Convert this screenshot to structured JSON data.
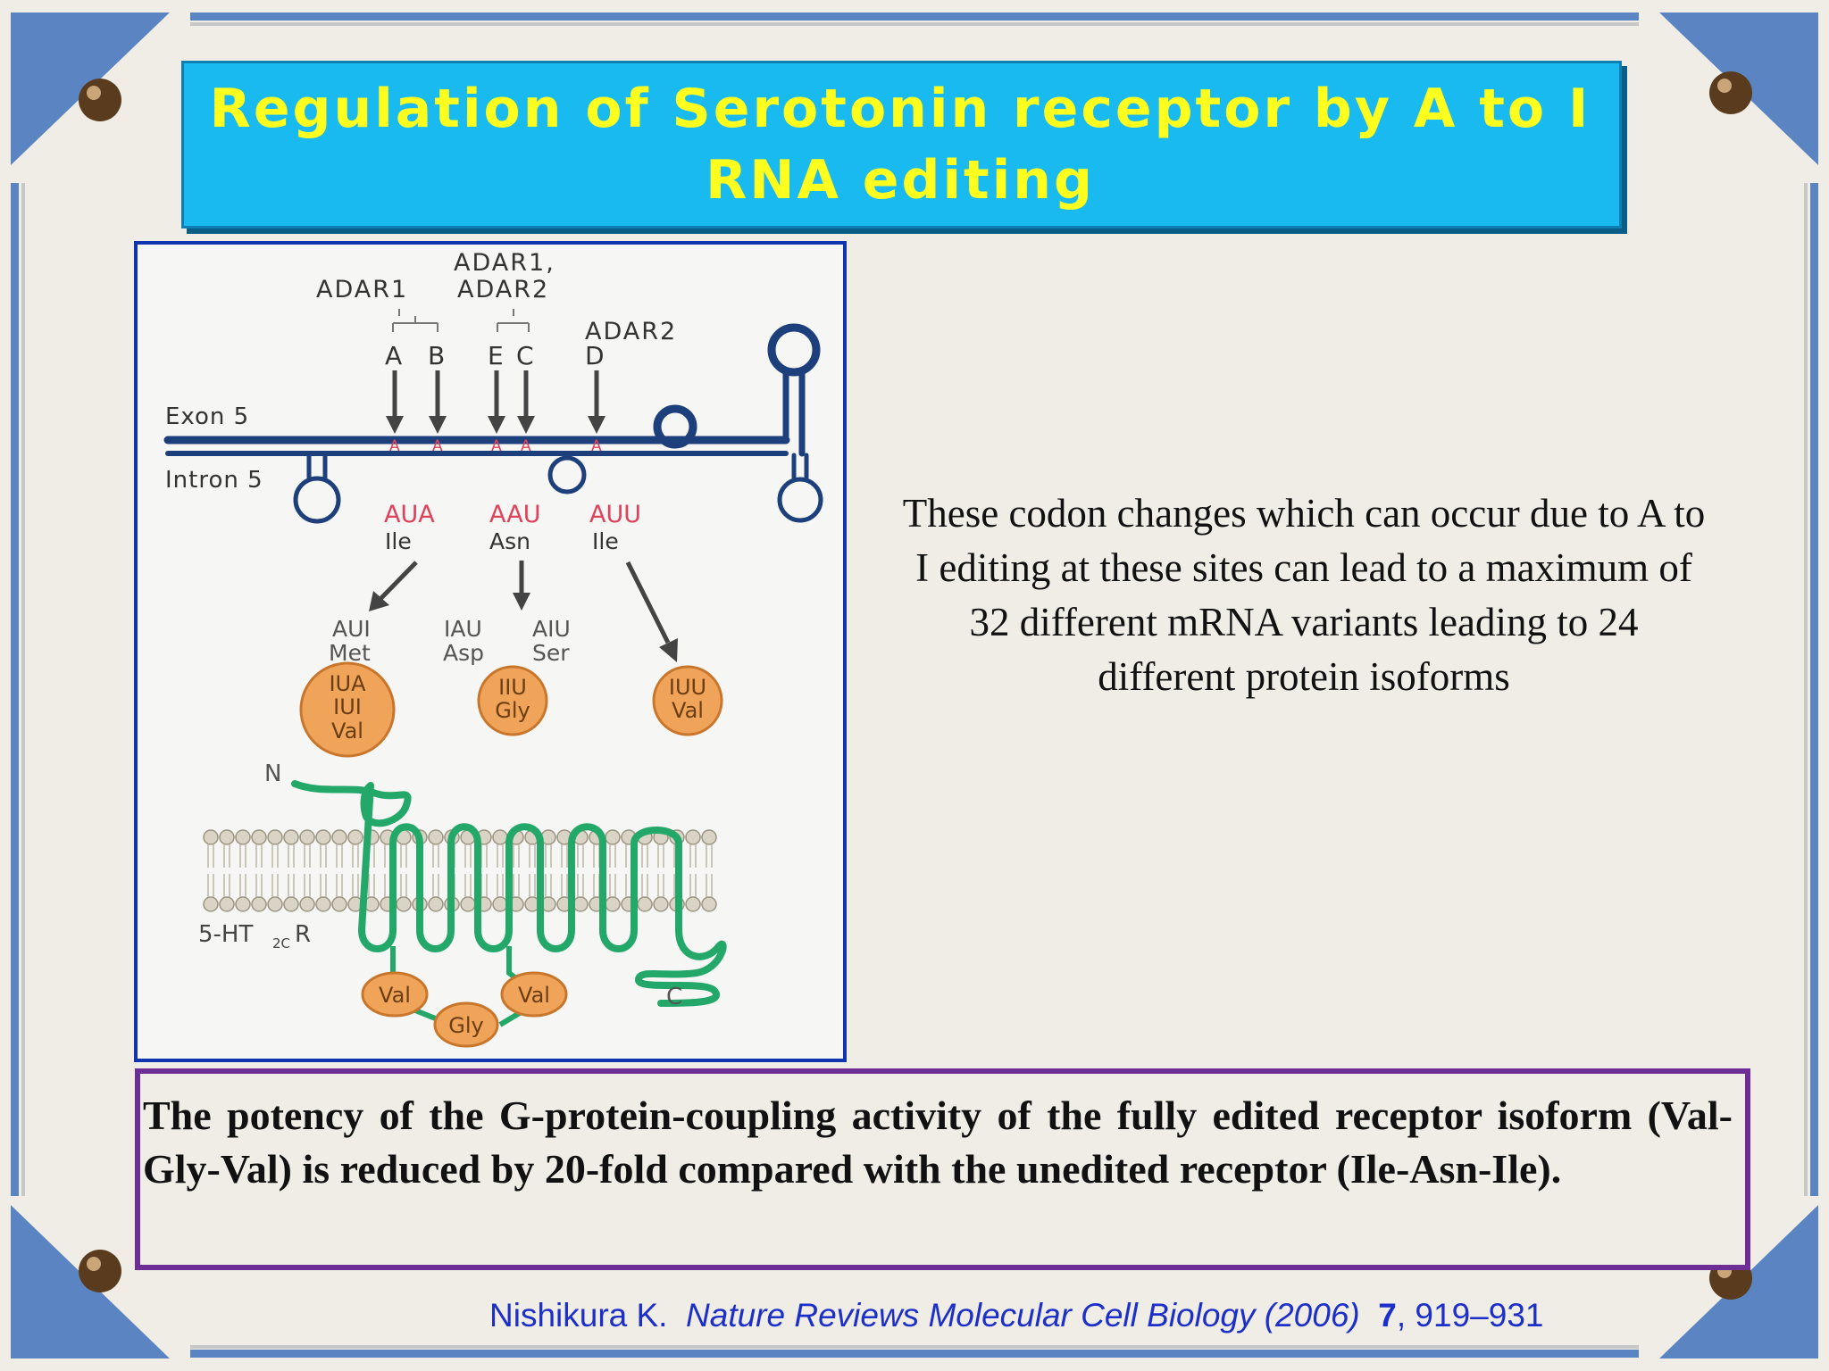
{
  "slide": {
    "title": "Regulation of Serotonin receptor by A to I\nRNA editing",
    "side_text": "These codon changes which can occur due to A to I editing at these sites can lead to a maximum of 32 different mRNA variants leading to 24 different protein isoforms",
    "note_text": "The potency of the G-protein-coupling activity of the fully edited receptor isoform (Val-Gly-Val) is reduced by 20-fold compared with the unedited receptor (Ile-Asn-Ile).",
    "citation": {
      "author": "Nishikura K.",
      "journal": "Nature Reviews Molecular Cell Biology (2006)",
      "volume": "7",
      "pages": ", 919–931"
    }
  },
  "diagram": {
    "enzymes": {
      "adar1": "ADAR1",
      "adar1_adar2_line1": "ADAR1,",
      "adar1_adar2_line2": "ADAR2",
      "adar2": "ADAR2"
    },
    "sites": [
      "A",
      "B",
      "E",
      "C",
      "D"
    ],
    "exon_label": "Exon 5",
    "intron_label": "Intron 5",
    "edited_base": "A",
    "codons": [
      {
        "codon": "AUA",
        "aa": "Ile"
      },
      {
        "codon": "AAU",
        "aa": "Asn"
      },
      {
        "codon": "AUU",
        "aa": "Ile"
      }
    ],
    "variants": {
      "aui": "AUI",
      "met": "Met",
      "iau": "IAU",
      "asp": "Asp",
      "aiu": "AIU",
      "ser": "Ser"
    },
    "circles": {
      "left": [
        "IUA",
        "IUI",
        "Val"
      ],
      "middle": [
        "IIU",
        "Gly"
      ],
      "right": [
        "IUU",
        "Val"
      ]
    },
    "protein": {
      "n_term": "N",
      "c_term": "C",
      "receptor_prefix": "5-HT",
      "receptor_sub": "2C",
      "receptor_suffix": "R",
      "loop_aa": [
        "Val",
        "Gly",
        "Val"
      ]
    },
    "colors": {
      "rna": "#1d3f7c",
      "edited_base": "#e0415a",
      "protein": "#23a86a",
      "aa_fill": "#f0a45a",
      "aa_stroke": "#c9762d"
    }
  }
}
